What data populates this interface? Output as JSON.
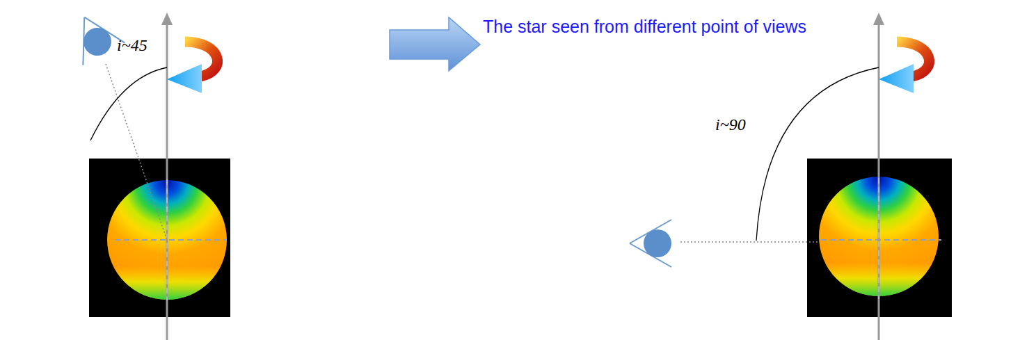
{
  "diagram": {
    "labels": [
      "The star seen from different point of views",
      "i~45",
      "i~90"
    ]
  }
}
